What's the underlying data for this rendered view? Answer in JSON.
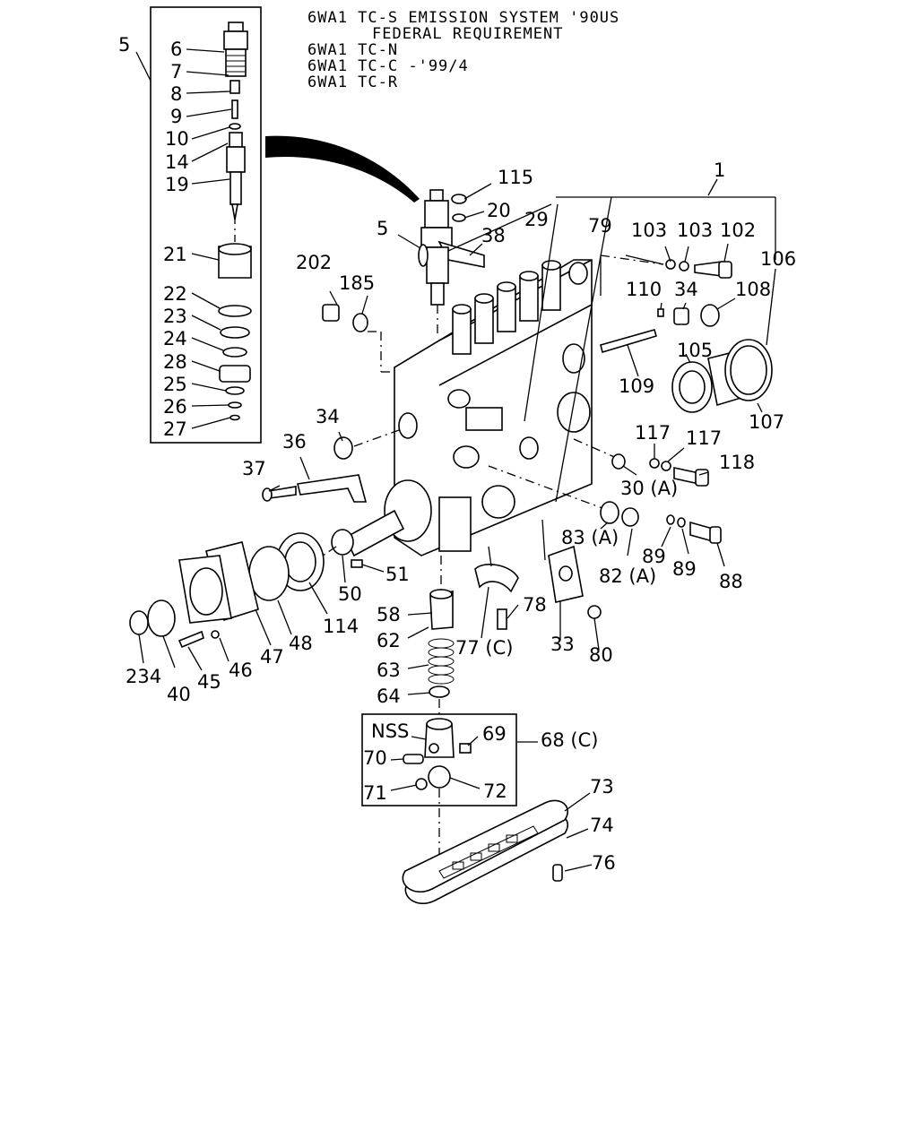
{
  "header": {
    "line1": "6WA1 TC-S EMISSION SYSTEM '90US",
    "line2": "FEDERAL REQUIREMENT",
    "line3": "6WA1 TC-N",
    "line4": "6WA1 TC-C -'99/4",
    "line5": "6WA1 TC-R"
  },
  "callouts": {
    "c5a": "5",
    "c6": "6",
    "c7": "7",
    "c8": "8",
    "c9": "9",
    "c10": "10",
    "c14": "14",
    "c19": "19",
    "c21": "21",
    "c22": "22",
    "c23": "23",
    "c24": "24",
    "c28": "28",
    "c25": "25",
    "c26": "26",
    "c27": "27",
    "c115": "115",
    "c20": "20",
    "c5b": "5",
    "c38": "38",
    "c29": "29",
    "c79": "79",
    "c1": "1",
    "c103a": "103",
    "c103b": "103",
    "c102": "102",
    "c106": "106",
    "c202": "202",
    "c185": "185",
    "c110": "110",
    "c34a": "34",
    "c108": "108",
    "c105": "105",
    "c109": "109",
    "c107": "107",
    "c34b": "34",
    "c36": "36",
    "c37": "37",
    "c117a": "117",
    "c117b": "117",
    "c118": "118",
    "c30": "30 (A)",
    "c83": "83 (A)",
    "c82": "82 (A)",
    "c89a": "89",
    "c89b": "89",
    "c88": "88",
    "c51": "51",
    "c50": "50",
    "c114": "114",
    "c48": "48",
    "c47": "47",
    "c46": "46",
    "c45": "45",
    "c40": "40",
    "c234": "234",
    "c58": "58",
    "c62": "62",
    "c63": "63",
    "c64": "64",
    "c78": "78",
    "c77": "77 (C)",
    "c33": "33",
    "c80": "80",
    "cNSS": "NSS",
    "c69": "69",
    "c68": "68 (C)",
    "c70": "70",
    "c71": "71",
    "c72": "72",
    "c73": "73",
    "c74": "74",
    "c76": "76"
  }
}
